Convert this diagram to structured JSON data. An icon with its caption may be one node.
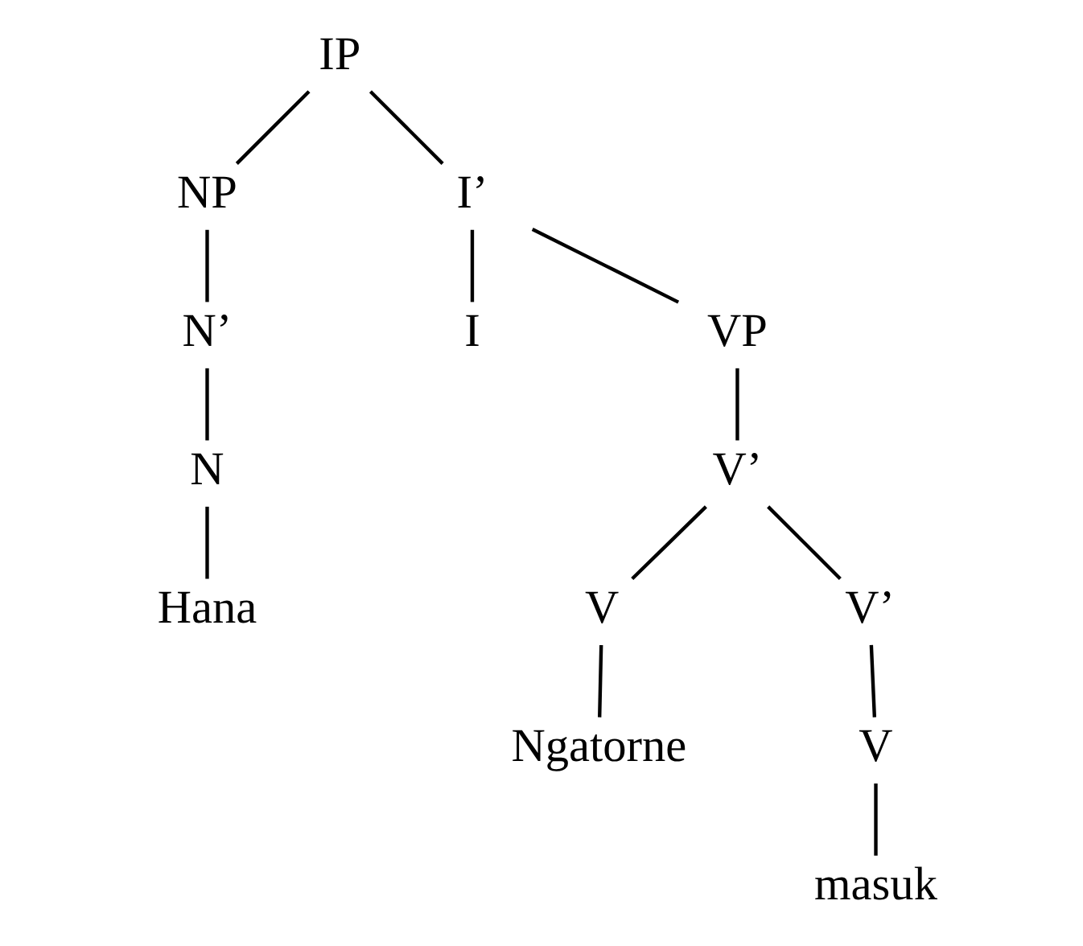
{
  "diagram": {
    "nodes": [
      {
        "text": [
          "IP"
        ]
      },
      {
        "text": [
          "NP"
        ]
      },
      {
        "text": [
          "I’"
        ]
      },
      {
        "text": [
          "N’"
        ]
      },
      {
        "text": [
          "I"
        ]
      },
      {
        "text": [
          "VP"
        ]
      },
      {
        "text": [
          "N"
        ]
      },
      {
        "text": [
          "V’"
        ]
      },
      {
        "text": [
          "Hana"
        ]
      },
      {
        "text": [
          "V"
        ]
      },
      {
        "text": [
          "V’"
        ]
      },
      {
        "text": [
          "Ngatorne"
        ]
      },
      {
        "text": [
          "V"
        ]
      },
      {
        "text": [
          "masuk"
        ]
      }
    ],
    "edges": [
      {
        "from": 0,
        "to": 1,
        "arrow": "none"
      },
      {
        "from": 0,
        "to": 2,
        "arrow": "none"
      },
      {
        "from": 1,
        "to": 3,
        "arrow": "none"
      },
      {
        "from": 2,
        "to": 4,
        "arrow": "none"
      },
      {
        "from": 2,
        "to": 5,
        "arrow": "none"
      },
      {
        "from": 3,
        "to": 6,
        "arrow": "none"
      },
      {
        "from": 5,
        "to": 7,
        "arrow": "none"
      },
      {
        "from": 6,
        "to": 8,
        "arrow": "none"
      },
      {
        "from": 7,
        "to": 9,
        "arrow": "none"
      },
      {
        "from": 7,
        "to": 10,
        "arrow": "none"
      },
      {
        "from": 9,
        "to": 11,
        "arrow": "none"
      },
      {
        "from": 10,
        "to": 12,
        "arrow": "none"
      },
      {
        "from": 12,
        "to": 13,
        "arrow": "none"
      }
    ]
  }
}
